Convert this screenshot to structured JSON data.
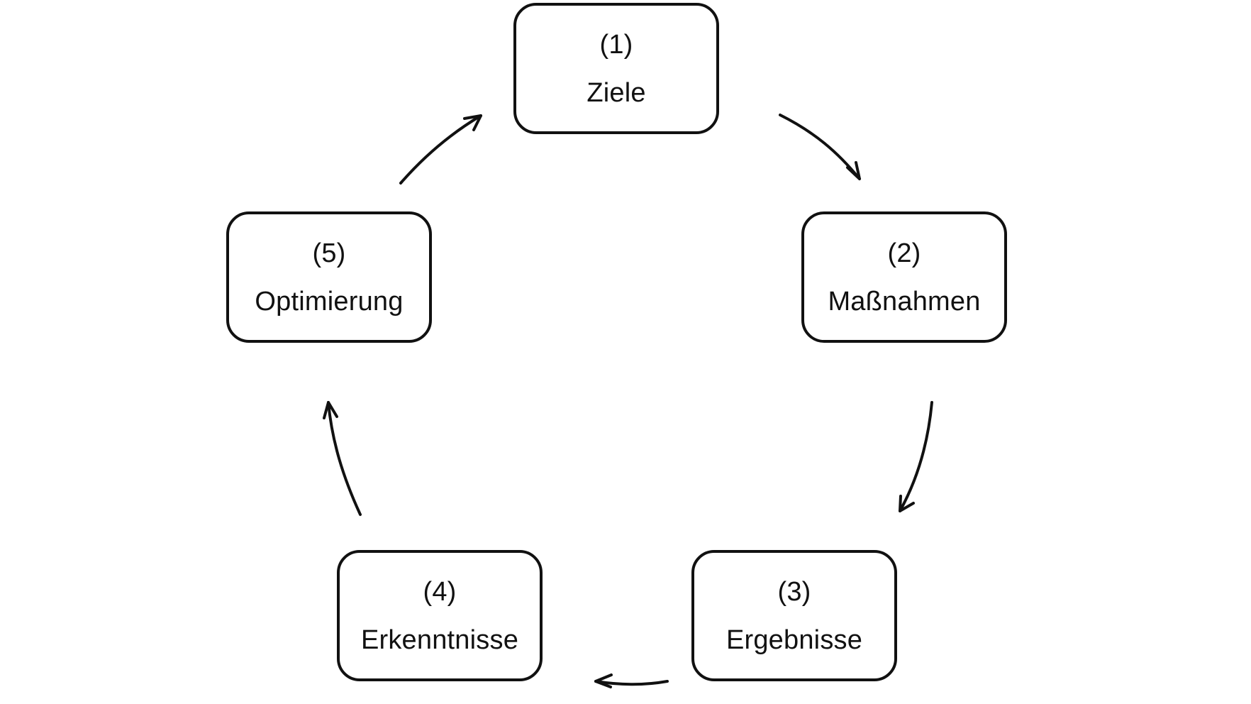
{
  "diagram": {
    "nodes": [
      {
        "number": "(1)",
        "label": "Ziele"
      },
      {
        "number": "(2)",
        "label": "Maßnahmen"
      },
      {
        "number": "(3)",
        "label": "Ergebnisse"
      },
      {
        "number": "(4)",
        "label": "Erkenntnisse"
      },
      {
        "number": "(5)",
        "label": "Optimierung"
      }
    ],
    "edges": [
      {
        "from": "(1)",
        "to": "(2)"
      },
      {
        "from": "(2)",
        "to": "(3)"
      },
      {
        "from": "(3)",
        "to": "(4)"
      },
      {
        "from": "(4)",
        "to": "(5)"
      },
      {
        "from": "(5)",
        "to": "(1)"
      }
    ],
    "colors": {
      "stroke": "#111111",
      "background": "#ffffff",
      "text": "#111111"
    }
  }
}
